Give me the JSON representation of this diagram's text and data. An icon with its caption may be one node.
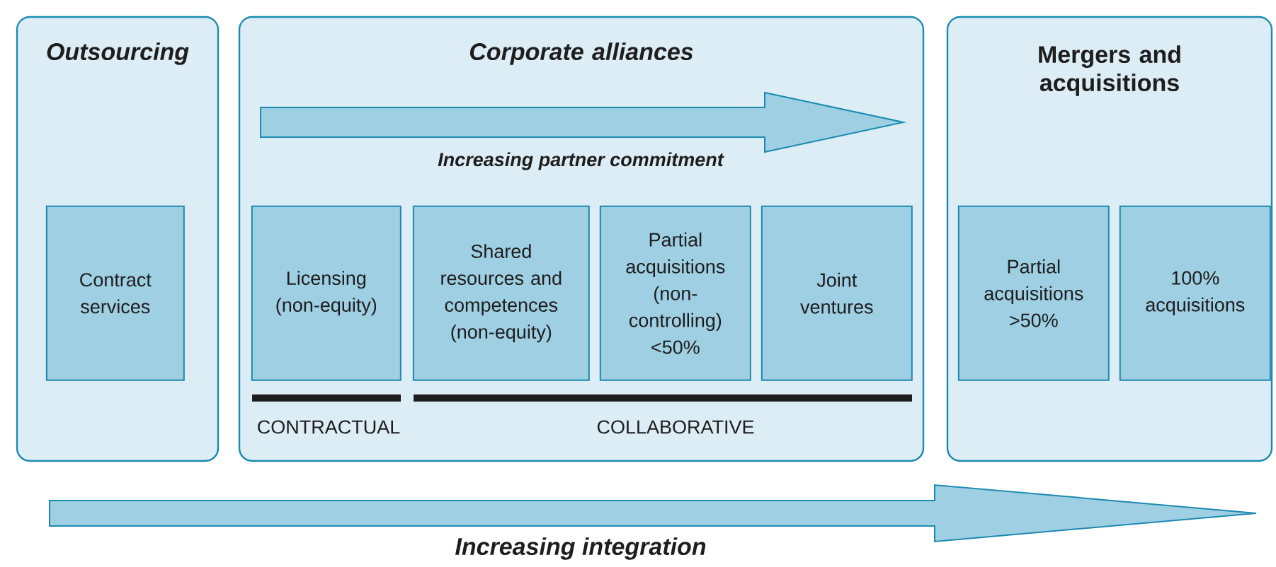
{
  "diagram": {
    "nodes": [
      {
        "text": [
          "Outsourcing"
        ]
      },
      {
        "text": [
          "Contract services"
        ],
        "in": 0
      },
      {
        "text": [
          "Corporate alliances"
        ]
      },
      {
        "text": [
          "Licensing (non-equity)"
        ],
        "in": 2
      },
      {
        "text": [
          "Shared resources and competences (non-equity)"
        ],
        "in": 2
      },
      {
        "text": [
          "Partial acquisitions (non-controlling) <50%"
        ],
        "in": 2
      },
      {
        "text": [
          "Joint ventures"
        ],
        "in": 2
      },
      {
        "text": [
          "Mergers and acquisitions"
        ]
      },
      {
        "text": [
          "Partial acquisitions >50%"
        ],
        "in": 7
      },
      {
        "text": [
          "100% acquisitions"
        ],
        "in": 7
      }
    ],
    "labels": [
      "Increasing partner commitment",
      "CONTRACTUAL",
      "COLLABORATIVE",
      "Increasing integration"
    ]
  }
}
